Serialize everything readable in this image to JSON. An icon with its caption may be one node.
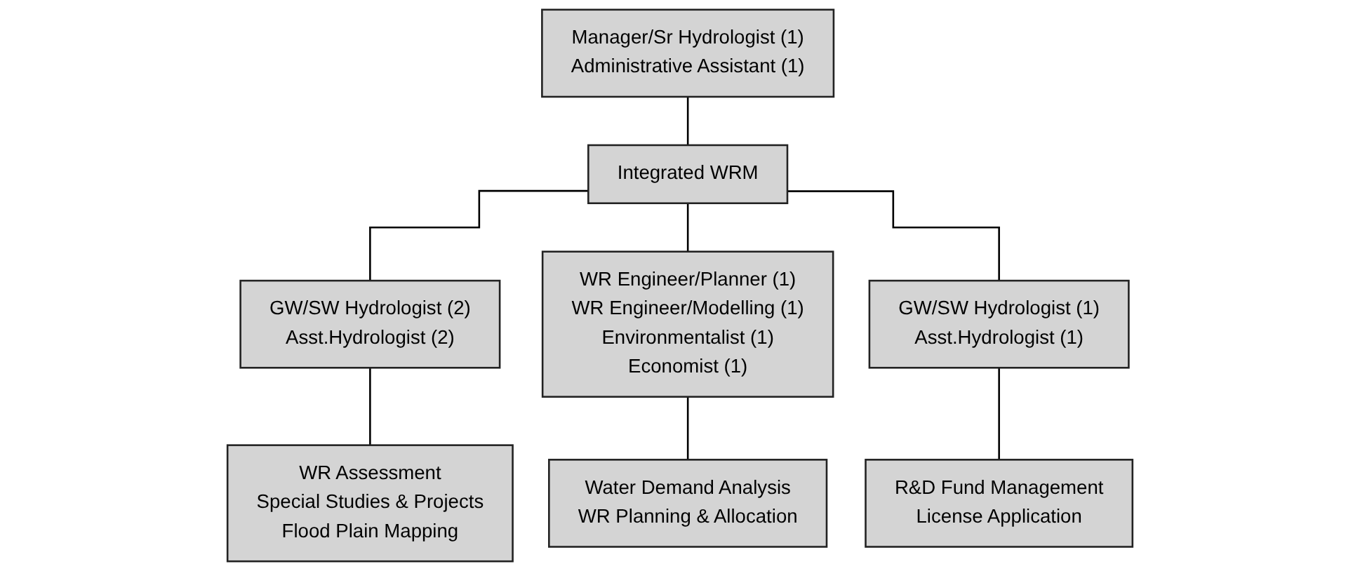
{
  "diagram": {
    "nodes": [
      {
        "text": [
          "Manager/Sr Hydrologist (1)",
          "Administrative Assistant (1)"
        ]
      },
      {
        "text": [
          "Integrated WRM"
        ]
      },
      {
        "text": [
          "GW/SW Hydrologist (2)",
          "Asst.Hydrologist (2)"
        ]
      },
      {
        "text": [
          "WR Engineer/Planner (1)",
          "WR Engineer/Modelling (1)",
          "Environmentalist (1)",
          "Economist (1)"
        ]
      },
      {
        "text": [
          "GW/SW Hydrologist (1)",
          "Asst.Hydrologist (1)"
        ]
      },
      {
        "text": [
          "WR Assessment",
          "Special Studies & Projects",
          "Flood Plain Mapping"
        ]
      },
      {
        "text": [
          "Water Demand Analysis",
          "WR Planning & Allocation"
        ]
      },
      {
        "text": [
          "R&D Fund Management",
          "License Application"
        ]
      }
    ],
    "edges": [
      {
        "from": 0,
        "to": 1,
        "arrow": "none"
      },
      {
        "from": 1,
        "to": 2,
        "arrow": "none"
      },
      {
        "from": 1,
        "to": 3,
        "arrow": "none"
      },
      {
        "from": 1,
        "to": 4,
        "arrow": "none"
      },
      {
        "from": 2,
        "to": 5,
        "arrow": "none"
      },
      {
        "from": 3,
        "to": 6,
        "arrow": "none"
      },
      {
        "from": 4,
        "to": 7,
        "arrow": "none"
      }
    ]
  }
}
